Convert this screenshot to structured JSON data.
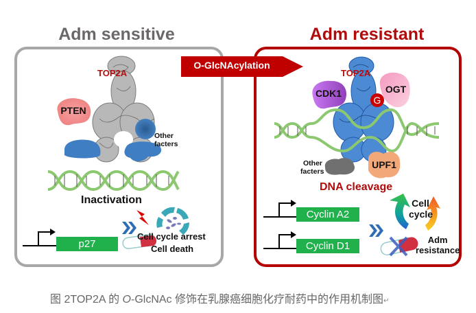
{
  "figure": {
    "left_panel": {
      "title": "Adm sensitive",
      "protein_label": "TOP2A",
      "partner_protein": "PTEN",
      "other_factors_label_line1": "Other",
      "other_factors_label_line2": "facters",
      "state_label": "Inactivation",
      "gene": "p27",
      "outcome_line1": "Cell cycle arrest",
      "outcome_line2": "Cell death",
      "border_color": "#a7a7a7",
      "title_color": "#6d6868"
    },
    "transition_arrow": {
      "label": "O-GlcNAcylation",
      "color": "#c00000"
    },
    "right_panel": {
      "title": "Adm resistant",
      "protein_label": "TOP2A",
      "partner_proteins": [
        "CDK1",
        "OGT",
        "UPF1"
      ],
      "glycan_marker": "G",
      "other_factors_label_line1": "Other",
      "other_factors_label_line2": "facters",
      "state_label": "DNA cleavage",
      "genes": [
        "Cyclin A2",
        "Cyclin D1"
      ],
      "cell_cycle_line1": "Cell",
      "cell_cycle_line2": "cycle",
      "outcome_line1": "Adm",
      "outcome_line2": "resistance",
      "border_color": "#b30000",
      "title_color": "#b10b0b"
    },
    "colors": {
      "gene_box": "#20b14c",
      "dna": "#8cc870",
      "factor_blue": "#3b7cc0",
      "pten": "#f08a8a",
      "cdk1": "#b060d8",
      "ogt": "#f5b0c8",
      "upf1": "#f0a878"
    }
  },
  "caption": {
    "prefix": "图 2TOP2A 的 ",
    "italic": "O",
    "middle": "-GlcNAc 修饰在乳腺癌细胞化疗耐药中的作用机制图",
    "return_mark": "↵"
  }
}
